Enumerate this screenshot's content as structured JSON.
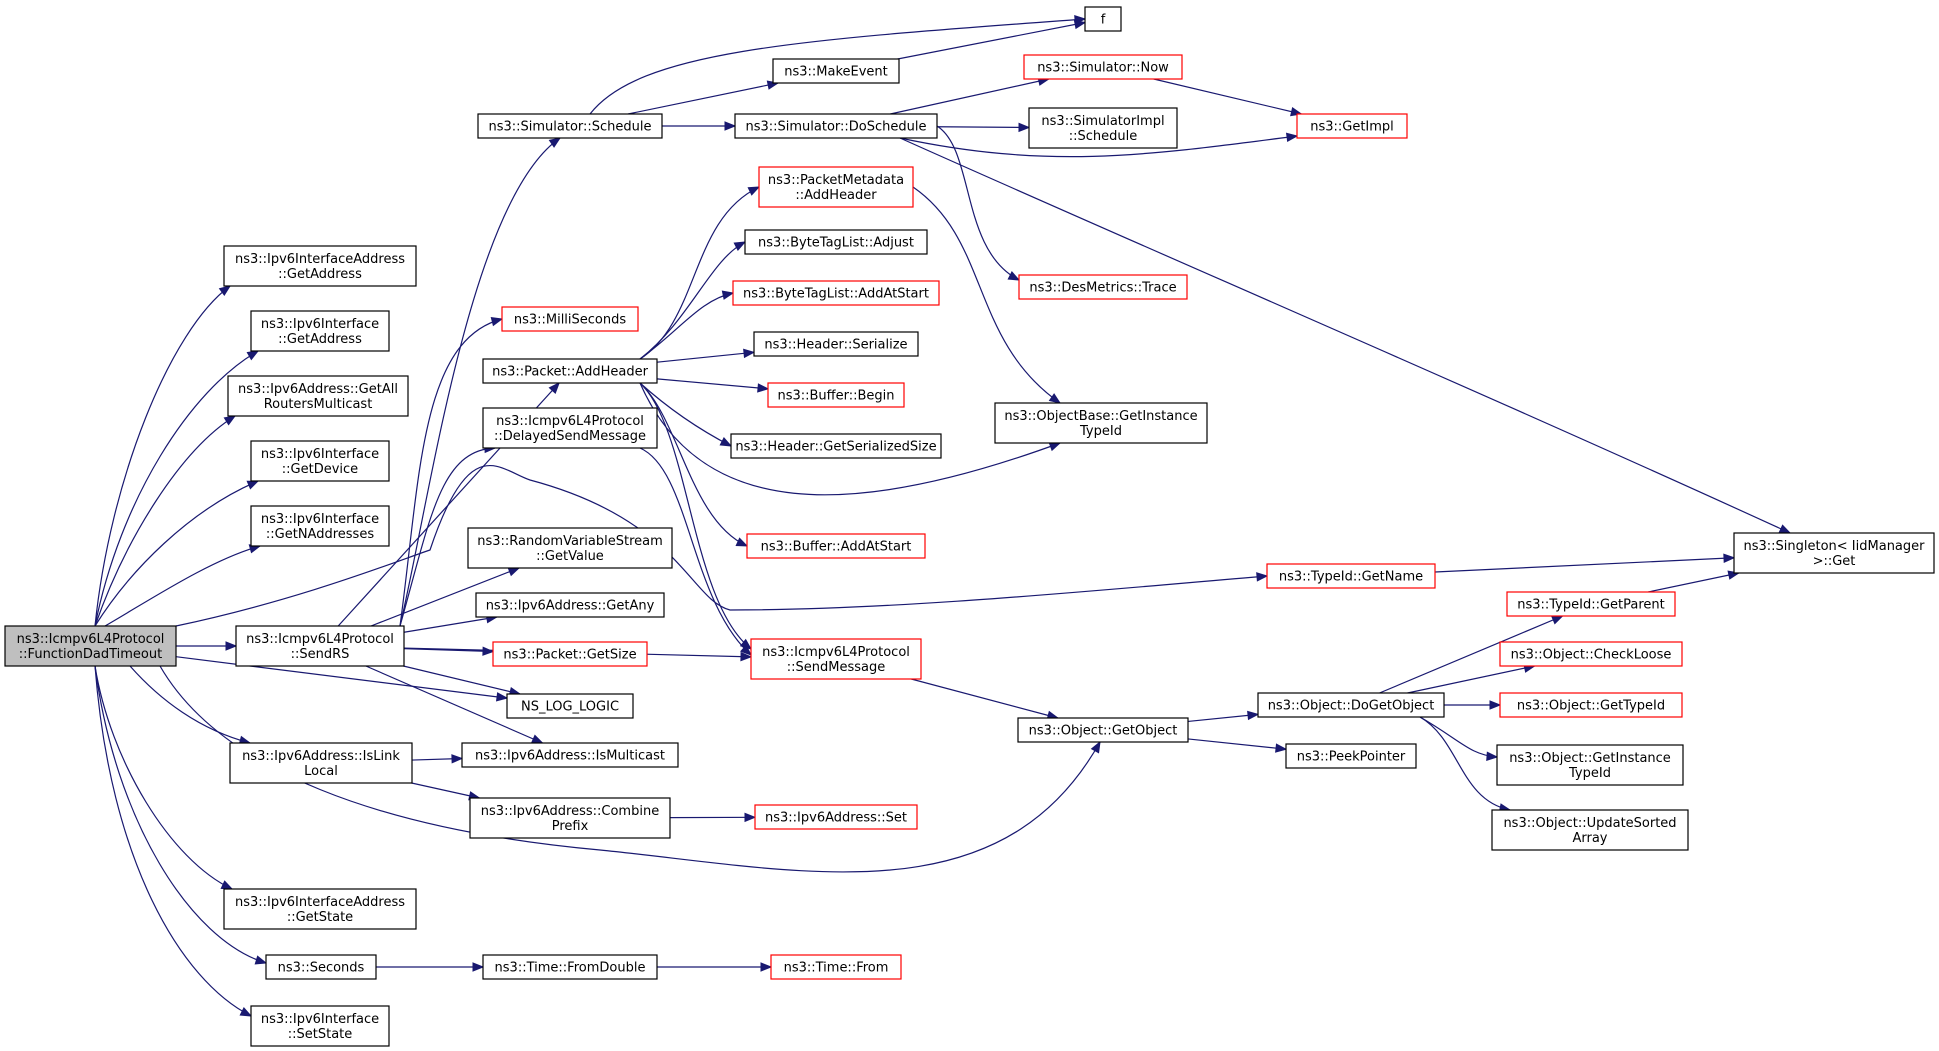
{
  "colors": {
    "edge": "#191970",
    "node_border": "#000000",
    "node_border_truncated": "#ff0000",
    "root_fill": "#bfbfbf",
    "node_fill": "#ffffff"
  },
  "nodes": [
    {
      "id": "root",
      "label": [
        "ns3::Icmpv6L4Protocol",
        "::FunctionDadTimeout"
      ],
      "style": "root"
    },
    {
      "id": "ifaddr_getaddress",
      "label": [
        "ns3::Ipv6InterfaceAddress",
        "::GetAddress"
      ],
      "style": "normal"
    },
    {
      "id": "iface_getaddress",
      "label": [
        "ns3::Ipv6Interface",
        "::GetAddress"
      ],
      "style": "normal"
    },
    {
      "id": "getallrouters",
      "label": [
        "ns3::Ipv6Address::GetAll",
        "RoutersMulticast"
      ],
      "style": "normal"
    },
    {
      "id": "getdevice",
      "label": [
        "ns3::Ipv6Interface",
        "::GetDevice"
      ],
      "style": "normal"
    },
    {
      "id": "getnaddresses",
      "label": [
        "ns3::Ipv6Interface",
        "::GetNAddresses"
      ],
      "style": "normal"
    },
    {
      "id": "sendrs",
      "label": [
        "ns3::Icmpv6L4Protocol",
        "::SendRS"
      ],
      "style": "normal"
    },
    {
      "id": "islinklocal",
      "label": [
        "ns3::Ipv6Address::IsLink",
        "Local"
      ],
      "style": "normal"
    },
    {
      "id": "ifaddr_getstate",
      "label": [
        "ns3::Ipv6InterfaceAddress",
        "::GetState"
      ],
      "style": "normal"
    },
    {
      "id": "seconds",
      "label": [
        "ns3::Seconds"
      ],
      "style": "normal"
    },
    {
      "id": "iface_setstate",
      "label": [
        "ns3::Ipv6Interface",
        "::SetState"
      ],
      "style": "normal"
    },
    {
      "id": "schedule",
      "label": [
        "ns3::Simulator::Schedule"
      ],
      "style": "normal"
    },
    {
      "id": "milliseconds",
      "label": [
        "ns3::MilliSeconds"
      ],
      "style": "truncated"
    },
    {
      "id": "addheader",
      "label": [
        "ns3::Packet::AddHeader"
      ],
      "style": "normal"
    },
    {
      "id": "delayedsend",
      "label": [
        "ns3::Icmpv6L4Protocol",
        "::DelayedSendMessage"
      ],
      "style": "normal"
    },
    {
      "id": "rvs_getvalue",
      "label": [
        "ns3::RandomVariableStream",
        "::GetValue"
      ],
      "style": "normal"
    },
    {
      "id": "getany",
      "label": [
        "ns3::Ipv6Address::GetAny"
      ],
      "style": "normal"
    },
    {
      "id": "getsize",
      "label": [
        "ns3::Packet::GetSize"
      ],
      "style": "truncated"
    },
    {
      "id": "nslog",
      "label": [
        "NS_LOG_LOGIC"
      ],
      "style": "normal"
    },
    {
      "id": "ismulticast",
      "label": [
        "ns3::Ipv6Address::IsMulticast"
      ],
      "style": "normal"
    },
    {
      "id": "combineprefix",
      "label": [
        "ns3::Ipv6Address::Combine",
        "Prefix"
      ],
      "style": "normal"
    },
    {
      "id": "fromdouble",
      "label": [
        "ns3::Time::FromDouble"
      ],
      "style": "normal"
    },
    {
      "id": "f",
      "label": [
        "f"
      ],
      "style": "normal"
    },
    {
      "id": "makeevent",
      "label": [
        "ns3::MakeEvent"
      ],
      "style": "normal"
    },
    {
      "id": "doschedule",
      "label": [
        "ns3::Simulator::DoSchedule"
      ],
      "style": "normal"
    },
    {
      "id": "pm_addheader",
      "label": [
        "ns3::PacketMetadata",
        "::AddHeader"
      ],
      "style": "truncated"
    },
    {
      "id": "btl_adjust",
      "label": [
        "ns3::ByteTagList::Adjust"
      ],
      "style": "normal"
    },
    {
      "id": "btl_addatstart",
      "label": [
        "ns3::ByteTagList::AddAtStart"
      ],
      "style": "truncated"
    },
    {
      "id": "header_serialize",
      "label": [
        "ns3::Header::Serialize"
      ],
      "style": "normal"
    },
    {
      "id": "buffer_begin",
      "label": [
        "ns3::Buffer::Begin"
      ],
      "style": "truncated"
    },
    {
      "id": "header_getsersize",
      "label": [
        "ns3::Header::GetSerializedSize"
      ],
      "style": "normal"
    },
    {
      "id": "buffer_addatstart",
      "label": [
        "ns3::Buffer::AddAtStart"
      ],
      "style": "truncated"
    },
    {
      "id": "sendmessage",
      "label": [
        "ns3::Icmpv6L4Protocol",
        "::SendMessage"
      ],
      "style": "truncated"
    },
    {
      "id": "ipv6_set",
      "label": [
        "ns3::Ipv6Address::Set"
      ],
      "style": "truncated"
    },
    {
      "id": "time_from",
      "label": [
        "ns3::Time::From"
      ],
      "style": "truncated"
    },
    {
      "id": "sim_now",
      "label": [
        "ns3::Simulator::Now"
      ],
      "style": "truncated"
    },
    {
      "id": "simimpl_schedule",
      "label": [
        "ns3::SimulatorImpl",
        "::Schedule"
      ],
      "style": "normal"
    },
    {
      "id": "getimpl",
      "label": [
        "ns3::GetImpl"
      ],
      "style": "truncated"
    },
    {
      "id": "desmetrics",
      "label": [
        "ns3::DesMetrics::Trace"
      ],
      "style": "truncated"
    },
    {
      "id": "ob_getinstancetypeid",
      "label": [
        "ns3::ObjectBase::GetInstance",
        "TypeId"
      ],
      "style": "normal"
    },
    {
      "id": "typeid_getname",
      "label": [
        "ns3::TypeId::GetName"
      ],
      "style": "truncated"
    },
    {
      "id": "getobject",
      "label": [
        "ns3::Object::GetObject"
      ],
      "style": "normal"
    },
    {
      "id": "singleton_get",
      "label": [
        "ns3::Singleton< IidManager",
        ">::Get"
      ],
      "style": "normal"
    },
    {
      "id": "dogetobject",
      "label": [
        "ns3::Object::DoGetObject"
      ],
      "style": "normal"
    },
    {
      "id": "peekpointer",
      "label": [
        "ns3::PeekPointer"
      ],
      "style": "normal"
    },
    {
      "id": "typeid_getparent",
      "label": [
        "ns3::TypeId::GetParent"
      ],
      "style": "truncated"
    },
    {
      "id": "checkloose",
      "label": [
        "ns3::Object::CheckLoose"
      ],
      "style": "truncated"
    },
    {
      "id": "obj_gettypeid",
      "label": [
        "ns3::Object::GetTypeId"
      ],
      "style": "truncated"
    },
    {
      "id": "obj_getinstancetypeid",
      "label": [
        "ns3::Object::GetInstance",
        "TypeId"
      ],
      "style": "normal"
    },
    {
      "id": "updatesorted",
      "label": [
        "ns3::Object::UpdateSorted",
        "Array"
      ],
      "style": "normal"
    }
  ],
  "edges": [
    [
      "root",
      "ifaddr_getaddress"
    ],
    [
      "root",
      "iface_getaddress"
    ],
    [
      "root",
      "getallrouters"
    ],
    [
      "root",
      "getdevice"
    ],
    [
      "root",
      "getnaddresses"
    ],
    [
      "root",
      "sendrs"
    ],
    [
      "root",
      "nslog"
    ],
    [
      "root",
      "islinklocal"
    ],
    [
      "root",
      "ifaddr_getstate"
    ],
    [
      "root",
      "seconds"
    ],
    [
      "root",
      "iface_setstate"
    ],
    [
      "root",
      "typeid_getname"
    ],
    [
      "root",
      "getobject"
    ],
    [
      "sendrs",
      "schedule"
    ],
    [
      "sendrs",
      "milliseconds"
    ],
    [
      "sendrs",
      "addheader"
    ],
    [
      "sendrs",
      "delayedsend"
    ],
    [
      "sendrs",
      "rvs_getvalue"
    ],
    [
      "sendrs",
      "getany"
    ],
    [
      "sendrs",
      "getsize"
    ],
    [
      "sendrs",
      "nslog"
    ],
    [
      "sendrs",
      "ismulticast"
    ],
    [
      "sendrs",
      "sendmessage"
    ],
    [
      "islinklocal",
      "ismulticast"
    ],
    [
      "islinklocal",
      "combineprefix"
    ],
    [
      "combineprefix",
      "ipv6_set"
    ],
    [
      "seconds",
      "fromdouble"
    ],
    [
      "fromdouble",
      "time_from"
    ],
    [
      "schedule",
      "f"
    ],
    [
      "schedule",
      "makeevent"
    ],
    [
      "schedule",
      "doschedule"
    ],
    [
      "makeevent",
      "f"
    ],
    [
      "doschedule",
      "sim_now"
    ],
    [
      "doschedule",
      "simimpl_schedule"
    ],
    [
      "doschedule",
      "getimpl"
    ],
    [
      "doschedule",
      "desmetrics"
    ],
    [
      "doschedule",
      "singleton_get"
    ],
    [
      "sim_now",
      "getimpl"
    ],
    [
      "addheader",
      "pm_addheader"
    ],
    [
      "addheader",
      "btl_adjust"
    ],
    [
      "addheader",
      "btl_addatstart"
    ],
    [
      "addheader",
      "header_serialize"
    ],
    [
      "addheader",
      "buffer_begin"
    ],
    [
      "addheader",
      "header_getsersize"
    ],
    [
      "addheader",
      "ob_getinstancetypeid"
    ],
    [
      "addheader",
      "buffer_addatstart"
    ],
    [
      "addheader",
      "sendmessage"
    ],
    [
      "pm_addheader",
      "ob_getinstancetypeid"
    ],
    [
      "delayedsend",
      "sendmessage"
    ],
    [
      "sendmessage",
      "getobject"
    ],
    [
      "typeid_getname",
      "singleton_get"
    ],
    [
      "getobject",
      "dogetobject"
    ],
    [
      "getobject",
      "peekpointer"
    ],
    [
      "dogetobject",
      "typeid_getparent"
    ],
    [
      "dogetobject",
      "checkloose"
    ],
    [
      "dogetobject",
      "obj_gettypeid"
    ],
    [
      "dogetobject",
      "obj_getinstancetypeid"
    ],
    [
      "dogetobject",
      "updatesorted"
    ],
    [
      "typeid_getparent",
      "singleton_get"
    ]
  ]
}
